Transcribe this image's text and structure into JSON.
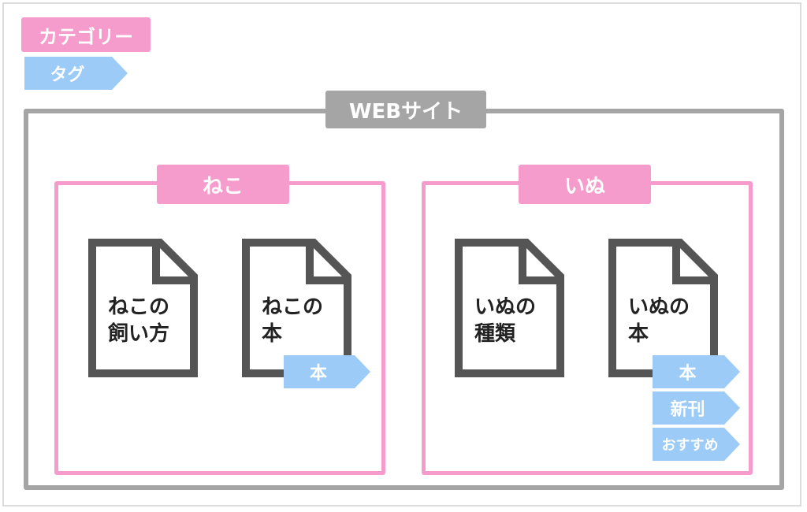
{
  "legend": {
    "category_label": "カテゴリー",
    "tag_label": "タグ"
  },
  "site": {
    "label": "WEBサイト"
  },
  "categories": [
    {
      "label": "ねこ",
      "docs": [
        {
          "line1": "ねこの",
          "line2": "飼い方",
          "tags": []
        },
        {
          "line1": "ねこの",
          "line2": "本",
          "tags": [
            "本"
          ]
        }
      ]
    },
    {
      "label": "いぬ",
      "docs": [
        {
          "line1": "いぬの",
          "line2": "種類",
          "tags": []
        },
        {
          "line1": "いぬの",
          "line2": "本",
          "tags": [
            "本",
            "新刊",
            "おすすめ"
          ]
        }
      ]
    }
  ],
  "colors": {
    "category": "#f59ccc",
    "tag": "#9ccbf7",
    "site": "#a5a5a5",
    "document": "#555555"
  }
}
